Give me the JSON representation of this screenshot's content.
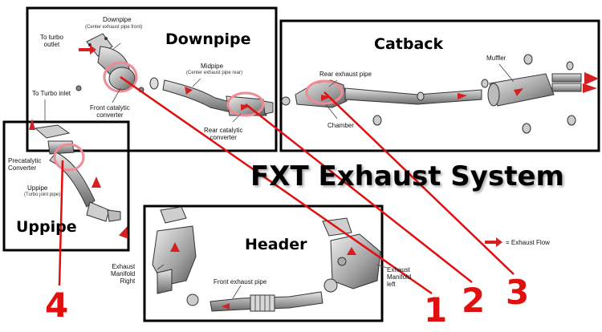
{
  "main_title": "FXT Exhaust System",
  "sections": {
    "downpipe": "Downpipe",
    "catback": "Catback",
    "uppipe": "Uppipe",
    "header": "Header"
  },
  "labels": {
    "to_turbo_outlet": "To turbo\noutlet",
    "downpipe_label": "Downpipe",
    "downpipe_sub": "(Center exhaust pipe front)",
    "midpipe_label": "Midpipe",
    "midpipe_sub": "(Center exhaust pipe rear)",
    "front_cat": "Front catalytic\nconverter",
    "rear_cat": "Rear catalytic\nconverter",
    "to_turbo_inlet": "To Turbo inlet",
    "rear_exhaust_pipe": "Rear exhaust pipe",
    "chamber": "Chamber",
    "muffler": "Muffler",
    "precat": "Precatalytic\nConverter",
    "uppipe_label": "Uppipe",
    "uppipe_sub": "(Turbo joint pipe)",
    "manifold_right": "Exhaust\nManifold\nRight",
    "front_exhaust_pipe": "Front exhaust pipe",
    "manifold_left": "Exhaust\nManifold\nleft",
    "legend": "= Exhaust Flow"
  },
  "markers": [
    "1",
    "2",
    "3",
    "4"
  ],
  "colors": {
    "box_border": "#000000",
    "annotation_red": "#e01010",
    "flow_arrow": "#d42020",
    "pipe_gray": "#9a9a9a"
  }
}
